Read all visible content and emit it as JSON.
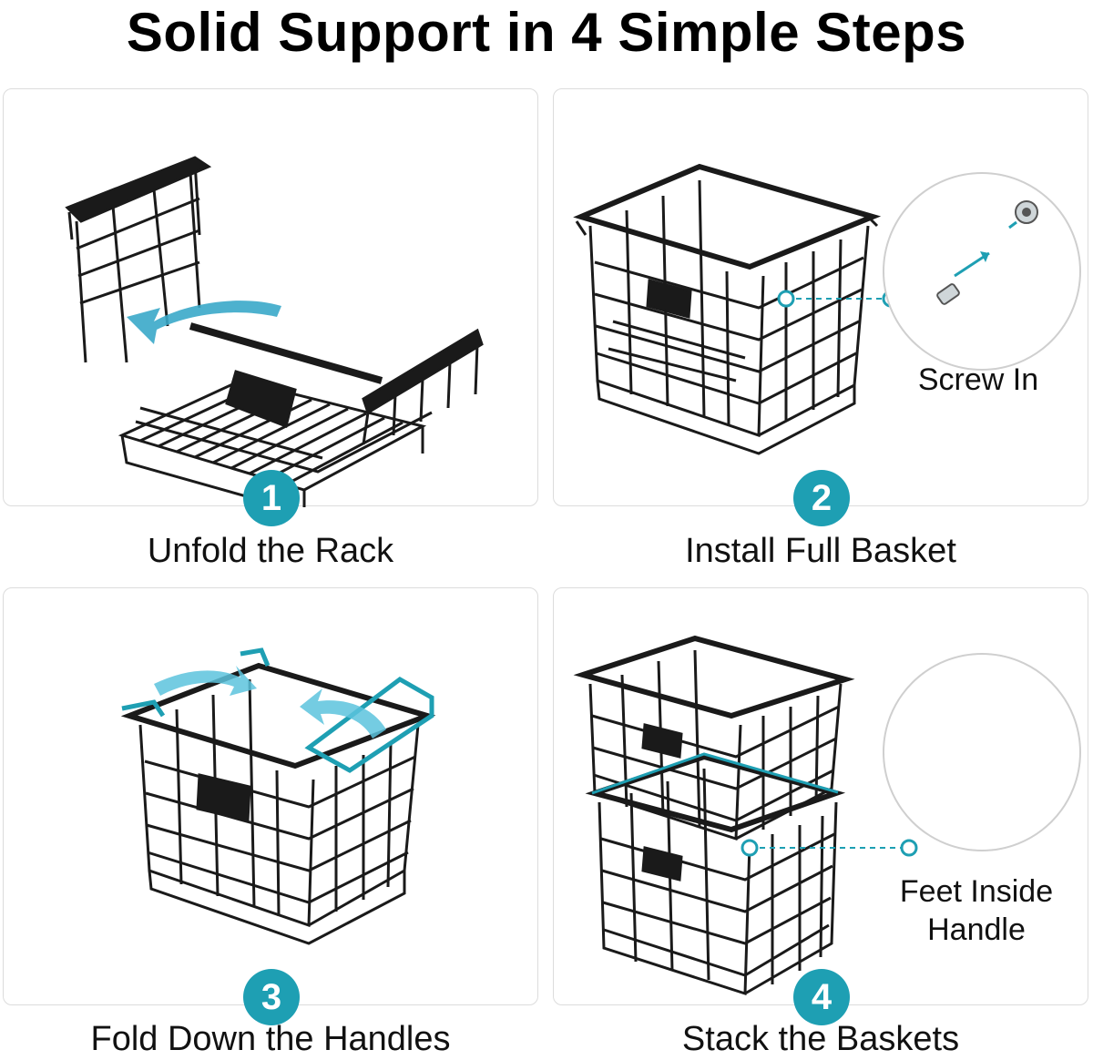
{
  "title": "Solid Support in 4 Simple Steps",
  "colors": {
    "accent": "#1e9fb3",
    "wire": "#1a1a1a",
    "highlight": "#e5a02a",
    "panel_border": "#dcdcdc"
  },
  "steps": [
    {
      "number": "1",
      "caption": "Unfold the Rack",
      "icon": "unfold-arrow-icon"
    },
    {
      "number": "2",
      "caption": "Install Full Basket",
      "icon": "screw-icon",
      "callout": "Screw In"
    },
    {
      "number": "3",
      "caption": "Fold Down the Handles",
      "icon": "fold-arrows-icon"
    },
    {
      "number": "4",
      "caption": "Stack the Baskets",
      "icon": "stack-icon",
      "callout": "Feet Inside\nHandle"
    }
  ]
}
